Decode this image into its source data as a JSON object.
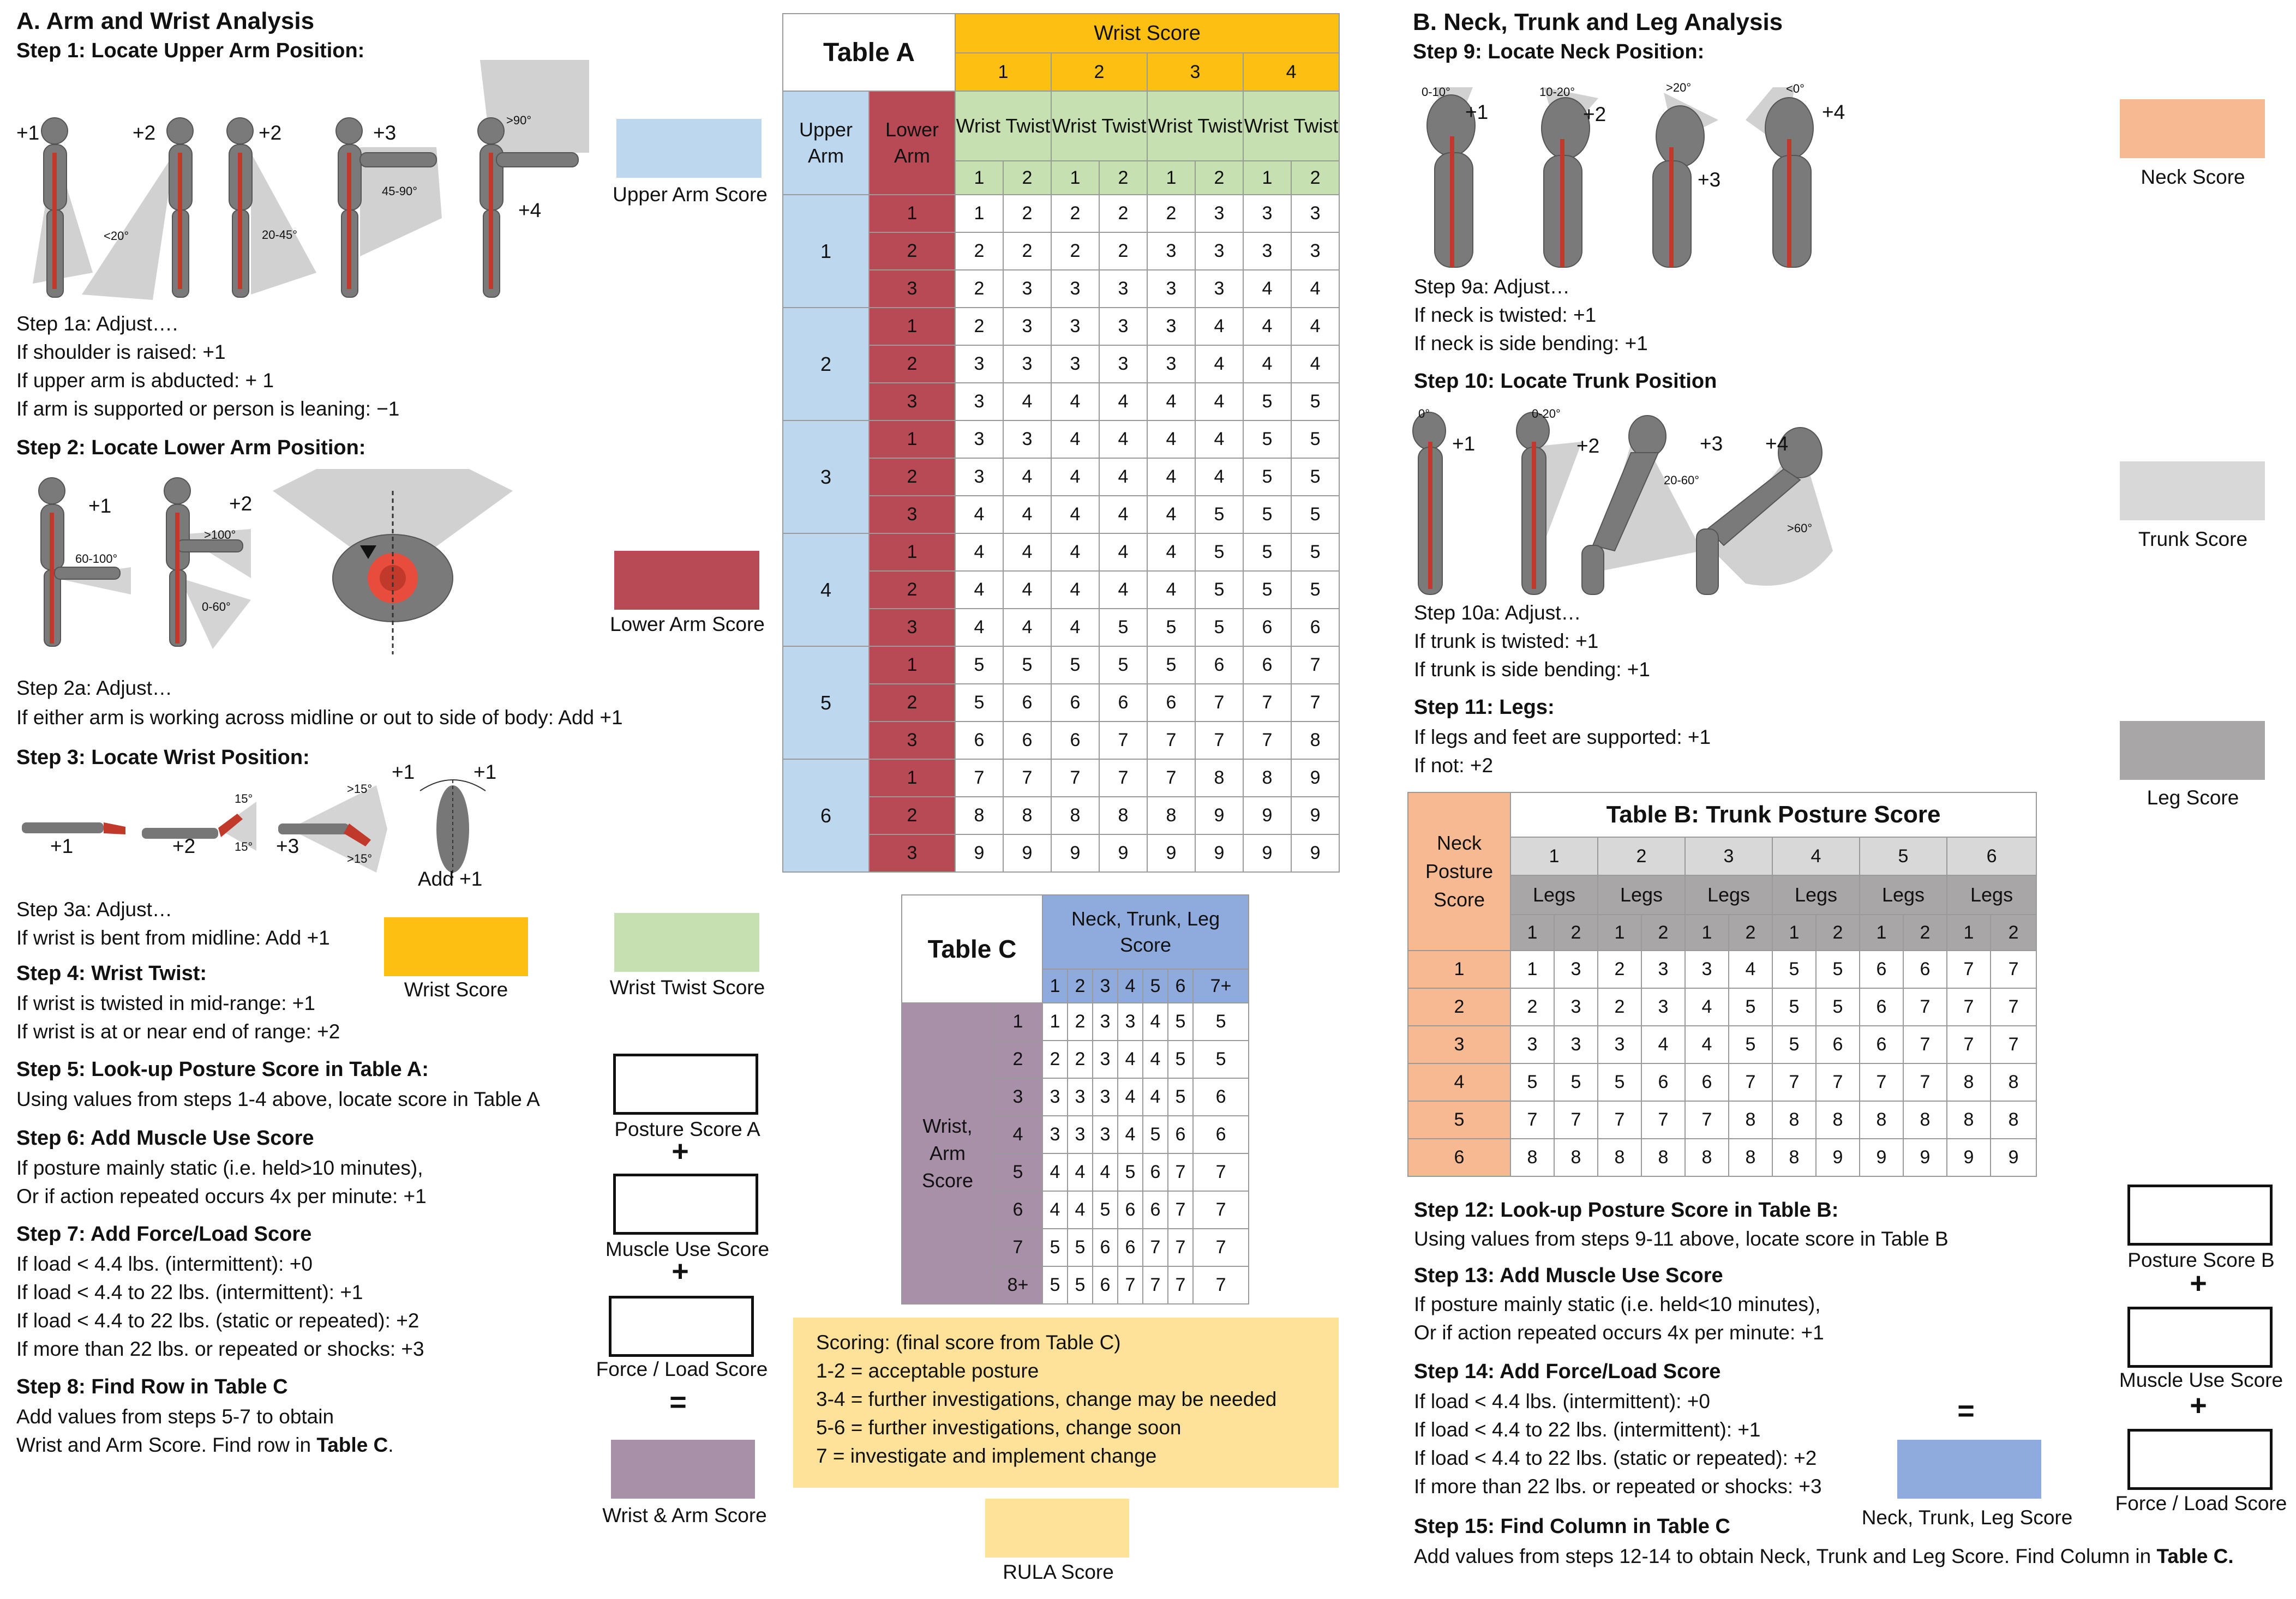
{
  "colors": {
    "upper_arm": "#bcd7ee",
    "lower_arm": "#b84a55",
    "wrist": "#fdbf12",
    "wrist_twist": "#c6e0b1",
    "wrist_arm": "#a891a8",
    "neck": "#f6b992",
    "trunk": "#d8d8d8",
    "leg": "#a8a6a6",
    "ntl": "#8faadc",
    "rula": "#ffe29a"
  },
  "section_a": {
    "title": "A. Arm and Wrist Analysis",
    "step1": {
      "title": "Step 1: Locate Upper Arm Position:",
      "labels": [
        "+1",
        "+2",
        "+2",
        "+3",
        "+4"
      ],
      "angles": [
        "<20°",
        "20-45°",
        "45-90°",
        ">90°"
      ]
    },
    "step1a": {
      "title": "Step 1a: Adjust….",
      "lines": [
        "If shoulder is raised: +1",
        "If upper arm is abducted: + 1",
        "If arm is supported or person is leaning: −1"
      ]
    },
    "step2": {
      "title": "Step 2: Locate Lower Arm Position:",
      "labels": [
        "+1",
        "+2"
      ],
      "angles": [
        "60-100°",
        ">100°",
        "0-60°"
      ]
    },
    "step2a": {
      "title": "Step 2a: Adjust…",
      "lines": [
        "If either arm is working across midline or out to side of body: Add +1"
      ]
    },
    "step3": {
      "title": "Step 3: Locate Wrist Position:",
      "labels": [
        "+1",
        "+2",
        "+3",
        "+1",
        "+1",
        "Add +1"
      ],
      "angles": [
        "15°",
        "15°",
        ">15°",
        ">15°"
      ]
    },
    "step3a": {
      "title": "Step 3a: Adjust…",
      "lines": [
        "If wrist is bent from midline: Add +1"
      ]
    },
    "step4": {
      "title": "Step 4: Wrist Twist:",
      "lines": [
        "If wrist is twisted in mid-range: +1",
        "If wrist is at or near end of range: +2"
      ]
    },
    "step5": {
      "title": "Step 5: Look-up Posture Score in Table A:",
      "lines": [
        "Using values from steps 1-4 above, locate score in Table A"
      ]
    },
    "step6": {
      "title": "Step 6: Add Muscle Use Score",
      "lines": [
        "If posture mainly static (i.e. held>10 minutes),",
        "Or if action repeated occurs 4x per minute: +1"
      ]
    },
    "step7": {
      "title": "Step 7: Add Force/Load Score",
      "lines": [
        "If load < 4.4 lbs. (intermittent): +0",
        "If load < 4.4 to 22 lbs. (intermittent): +1",
        "If load < 4.4 to 22 lbs. (static or repeated): +2",
        "If more than 22 lbs. or repeated or shocks: +3"
      ]
    },
    "step8": {
      "title": "Step 8: Find Row in Table C",
      "line1": "Add values from steps 5-7 to obtain",
      "line2_prefix": "Wrist and Arm Score. Find row in ",
      "line2_bold": "Table C",
      "line2_suffix": "."
    },
    "scores": {
      "upper_arm": "Upper Arm Score",
      "lower_arm": "Lower Arm Score",
      "wrist": "Wrist Score",
      "wrist_twist": "Wrist Twist Score",
      "posture_a": "Posture Score A",
      "muscle_use": "Muscle Use Score",
      "force_load": "Force / Load Score",
      "wrist_arm": "Wrist & Arm Score"
    },
    "plus": "+",
    "equals": "="
  },
  "table_a": {
    "title": "Table A",
    "wrist_score": "Wrist Score",
    "upper_arm": "Upper Arm",
    "lower_arm": "Lower Arm",
    "wrist_twist": "Wrist Twist",
    "wrist_cols": [
      "1",
      "2",
      "3",
      "4"
    ],
    "twist_cols": [
      "1",
      "2"
    ],
    "rows": [
      {
        "ua": "1",
        "la": "1",
        "v": [
          "1",
          "2",
          "2",
          "2",
          "2",
          "3",
          "3",
          "3"
        ]
      },
      {
        "ua": "1",
        "la": "2",
        "v": [
          "2",
          "2",
          "2",
          "2",
          "3",
          "3",
          "3",
          "3"
        ]
      },
      {
        "ua": "1",
        "la": "3",
        "v": [
          "2",
          "3",
          "3",
          "3",
          "3",
          "3",
          "4",
          "4"
        ]
      },
      {
        "ua": "2",
        "la": "1",
        "v": [
          "2",
          "3",
          "3",
          "3",
          "3",
          "4",
          "4",
          "4"
        ]
      },
      {
        "ua": "2",
        "la": "2",
        "v": [
          "3",
          "3",
          "3",
          "3",
          "3",
          "4",
          "4",
          "4"
        ]
      },
      {
        "ua": "2",
        "la": "3",
        "v": [
          "3",
          "4",
          "4",
          "4",
          "4",
          "4",
          "5",
          "5"
        ]
      },
      {
        "ua": "3",
        "la": "1",
        "v": [
          "3",
          "3",
          "4",
          "4",
          "4",
          "4",
          "5",
          "5"
        ]
      },
      {
        "ua": "3",
        "la": "2",
        "v": [
          "3",
          "4",
          "4",
          "4",
          "4",
          "4",
          "5",
          "5"
        ]
      },
      {
        "ua": "3",
        "la": "3",
        "v": [
          "4",
          "4",
          "4",
          "4",
          "4",
          "5",
          "5",
          "5"
        ]
      },
      {
        "ua": "4",
        "la": "1",
        "v": [
          "4",
          "4",
          "4",
          "4",
          "4",
          "5",
          "5",
          "5"
        ]
      },
      {
        "ua": "4",
        "la": "2",
        "v": [
          "4",
          "4",
          "4",
          "4",
          "4",
          "5",
          "5",
          "5"
        ]
      },
      {
        "ua": "4",
        "la": "3",
        "v": [
          "4",
          "4",
          "4",
          "5",
          "5",
          "5",
          "6",
          "6"
        ]
      },
      {
        "ua": "5",
        "la": "1",
        "v": [
          "5",
          "5",
          "5",
          "5",
          "5",
          "6",
          "6",
          "7"
        ]
      },
      {
        "ua": "5",
        "la": "2",
        "v": [
          "5",
          "6",
          "6",
          "6",
          "6",
          "7",
          "7",
          "7"
        ]
      },
      {
        "ua": "5",
        "la": "3",
        "v": [
          "6",
          "6",
          "6",
          "7",
          "7",
          "7",
          "7",
          "8"
        ]
      },
      {
        "ua": "6",
        "la": "1",
        "v": [
          "7",
          "7",
          "7",
          "7",
          "7",
          "8",
          "8",
          "9"
        ]
      },
      {
        "ua": "6",
        "la": "2",
        "v": [
          "8",
          "8",
          "8",
          "8",
          "8",
          "9",
          "9",
          "9"
        ]
      },
      {
        "ua": "6",
        "la": "3",
        "v": [
          "9",
          "9",
          "9",
          "9",
          "9",
          "9",
          "9",
          "9"
        ]
      }
    ]
  },
  "table_c": {
    "title": "Table C",
    "col_header": "Neck, Trunk, Leg Score",
    "row_header": "Wrist, Arm Score",
    "cols": [
      "1",
      "2",
      "3",
      "4",
      "5",
      "6",
      "7+"
    ],
    "rows": [
      {
        "r": "1",
        "v": [
          "1",
          "2",
          "3",
          "3",
          "4",
          "5",
          "5"
        ]
      },
      {
        "r": "2",
        "v": [
          "2",
          "2",
          "3",
          "4",
          "4",
          "5",
          "5"
        ]
      },
      {
        "r": "3",
        "v": [
          "3",
          "3",
          "3",
          "4",
          "4",
          "5",
          "6"
        ]
      },
      {
        "r": "4",
        "v": [
          "3",
          "3",
          "3",
          "4",
          "5",
          "6",
          "6"
        ]
      },
      {
        "r": "5",
        "v": [
          "4",
          "4",
          "4",
          "5",
          "6",
          "7",
          "7"
        ]
      },
      {
        "r": "6",
        "v": [
          "4",
          "4",
          "5",
          "6",
          "6",
          "7",
          "7"
        ]
      },
      {
        "r": "7",
        "v": [
          "5",
          "5",
          "6",
          "6",
          "7",
          "7",
          "7"
        ]
      },
      {
        "r": "8+",
        "v": [
          "5",
          "5",
          "6",
          "7",
          "7",
          "7",
          "7"
        ]
      }
    ]
  },
  "scoring": {
    "lines": [
      "Scoring: (final score from Table C)",
      "1-2 = acceptable posture",
      "3-4 = further investigations, change may be needed",
      "5-6 = further investigations, change soon",
      "7     = investigate and implement change"
    ],
    "rula_label": "RULA Score"
  },
  "section_b": {
    "title": "B. Neck, Trunk and Leg Analysis",
    "step9": {
      "title": "Step 9: Locate Neck Position:",
      "labels": [
        "+1",
        "+2",
        "+3",
        "+4"
      ],
      "angles": [
        "0-10°",
        "10-20°",
        ">20°",
        "<0°"
      ]
    },
    "step9a": {
      "title": "Step 9a: Adjust…",
      "lines": [
        "If neck is twisted: +1",
        "If neck is side bending: +1"
      ]
    },
    "step10": {
      "title": "Step 10: Locate Trunk Position",
      "labels": [
        "+1",
        "+2",
        "+3",
        "+4"
      ],
      "angles": [
        "0°",
        "0-20°",
        "20-60°",
        ">60°"
      ]
    },
    "step10a": {
      "title": "Step 10a: Adjust…",
      "lines": [
        "If trunk is twisted: +1",
        "If trunk is side bending: +1"
      ]
    },
    "step11": {
      "title": "Step 11: Legs:",
      "lines": [
        "If legs and feet are supported: +1",
        "If not: +2"
      ]
    },
    "step12": {
      "title": "Step 12: Look-up Posture Score in Table B:",
      "lines": [
        "Using values from steps 9-11 above, locate score in Table B"
      ]
    },
    "step13": {
      "title": "Step 13: Add Muscle Use Score",
      "lines": [
        "If posture mainly static (i.e. held<10 minutes),",
        "Or if action repeated occurs 4x per minute: +1"
      ]
    },
    "step14": {
      "title": "Step 14: Add Force/Load Score",
      "lines": [
        "If load < 4.4 lbs. (intermittent): +0",
        "If load < 4.4 to 22 lbs. (intermittent): +1",
        "If load < 4.4 to 22 lbs. (static or repeated): +2",
        "If more than 22 lbs. or repeated or shocks: +3"
      ]
    },
    "step15": {
      "title": "Step 15: Find Column in Table C",
      "line_prefix": "Add values from steps 12-14 to obtain Neck, Trunk and Leg Score. Find Column in ",
      "line_bold": "Table C.",
      "line_suffix": ""
    },
    "scores": {
      "neck": "Neck Score",
      "trunk": "Trunk Score",
      "leg": "Leg Score",
      "posture_b": "Posture Score B",
      "muscle_use": "Muscle Use Score",
      "force_load": "Force / Load Score",
      "ntl": "Neck, Trunk, Leg Score"
    }
  },
  "table_b": {
    "title": "Table B: Trunk Posture Score",
    "neck_header": "Neck Posture Score",
    "trunk_cols": [
      "1",
      "2",
      "3",
      "4",
      "5",
      "6"
    ],
    "legs": "Legs",
    "leg_cols": [
      "1",
      "2"
    ],
    "rows": [
      {
        "r": "1",
        "v": [
          "1",
          "3",
          "2",
          "3",
          "3",
          "4",
          "5",
          "5",
          "6",
          "6",
          "7",
          "7"
        ]
      },
      {
        "r": "2",
        "v": [
          "2",
          "3",
          "2",
          "3",
          "4",
          "5",
          "5",
          "5",
          "6",
          "7",
          "7",
          "7"
        ]
      },
      {
        "r": "3",
        "v": [
          "3",
          "3",
          "3",
          "4",
          "4",
          "5",
          "5",
          "6",
          "6",
          "7",
          "7",
          "7"
        ]
      },
      {
        "r": "4",
        "v": [
          "5",
          "5",
          "5",
          "6",
          "6",
          "7",
          "7",
          "7",
          "7",
          "7",
          "8",
          "8"
        ]
      },
      {
        "r": "5",
        "v": [
          "7",
          "7",
          "7",
          "7",
          "7",
          "8",
          "8",
          "8",
          "8",
          "8",
          "8",
          "8"
        ]
      },
      {
        "r": "6",
        "v": [
          "8",
          "8",
          "8",
          "8",
          "8",
          "8",
          "8",
          "9",
          "9",
          "9",
          "9",
          "9"
        ]
      }
    ]
  }
}
